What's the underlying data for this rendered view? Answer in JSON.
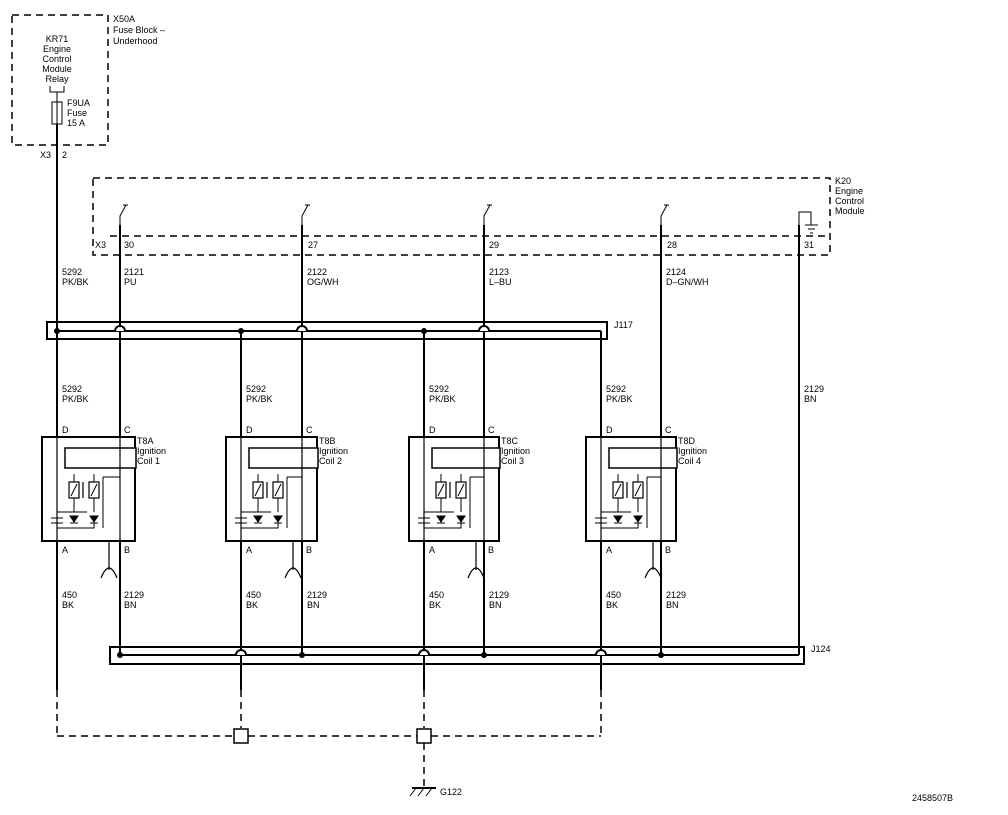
{
  "fuse_block": {
    "connector": "X50A",
    "title_line1": "Fuse Block –",
    "title_line2": "Underhood",
    "relay": [
      "KR71",
      "Engine",
      "Control",
      "Module",
      "Relay"
    ],
    "fuse": [
      "F9UA",
      "Fuse",
      "15 A"
    ],
    "out_connector": "X3",
    "out_pin": "2"
  },
  "ecm": {
    "id": "K20",
    "name": [
      "Engine",
      "Control",
      "Module"
    ],
    "connector": "X3",
    "pins": [
      "30",
      "27",
      "29",
      "28",
      "31"
    ]
  },
  "feed_wire": {
    "circuit": "5292",
    "color": "PK/BK"
  },
  "control_wires": [
    {
      "circuit": "2121",
      "color": "PU"
    },
    {
      "circuit": "2122",
      "color": "OG/WH"
    },
    {
      "circuit": "2123",
      "color": "L–BU"
    },
    {
      "circuit": "2124",
      "color": "D–GN/WH"
    }
  ],
  "splices": {
    "upper": "J117",
    "lower": "J124"
  },
  "ground_return": {
    "circuit": "2129",
    "color": "BN"
  },
  "coils": [
    {
      "id": "T8A",
      "name": "Ignition",
      "num": "Coil 1"
    },
    {
      "id": "T8B",
      "name": "Ignition",
      "num": "Coil 2"
    },
    {
      "id": "T8C",
      "name": "Ignition",
      "num": "Coil 3"
    },
    {
      "id": "T8D",
      "name": "Ignition",
      "num": "Coil 4"
    }
  ],
  "coil_pins": {
    "d": "D",
    "c": "C",
    "a": "A",
    "b": "B"
  },
  "coil_feed": {
    "circuit": "5292",
    "color": "PK/BK"
  },
  "coil_ground": {
    "circuit": "450",
    "color": "BK"
  },
  "coil_return": {
    "circuit": "2129",
    "color": "BN"
  },
  "ground": "G122",
  "diagram_id": "2458507B"
}
